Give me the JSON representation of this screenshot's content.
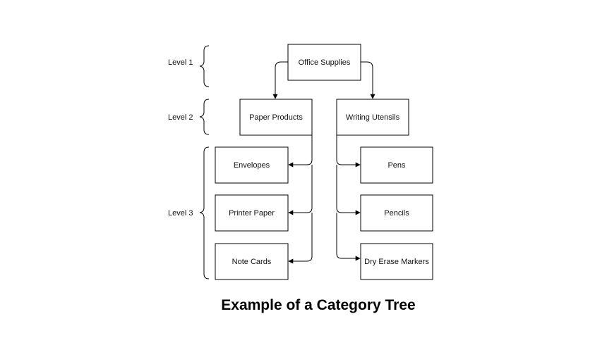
{
  "levels": {
    "level1": "Level 1",
    "level2": "Level 2",
    "level3": "Level 3"
  },
  "nodes": {
    "root": "Office Supplies",
    "paper_products": "Paper Products",
    "writing_utensils": "Writing Utensils",
    "envelopes": "Envelopes",
    "printer_paper": "Printer Paper",
    "note_cards": "Note Cards",
    "pens": "Pens",
    "pencils": "Pencils",
    "dry_erase_markers": "Dry Erase Markers"
  },
  "caption": "Example of a Category Tree"
}
